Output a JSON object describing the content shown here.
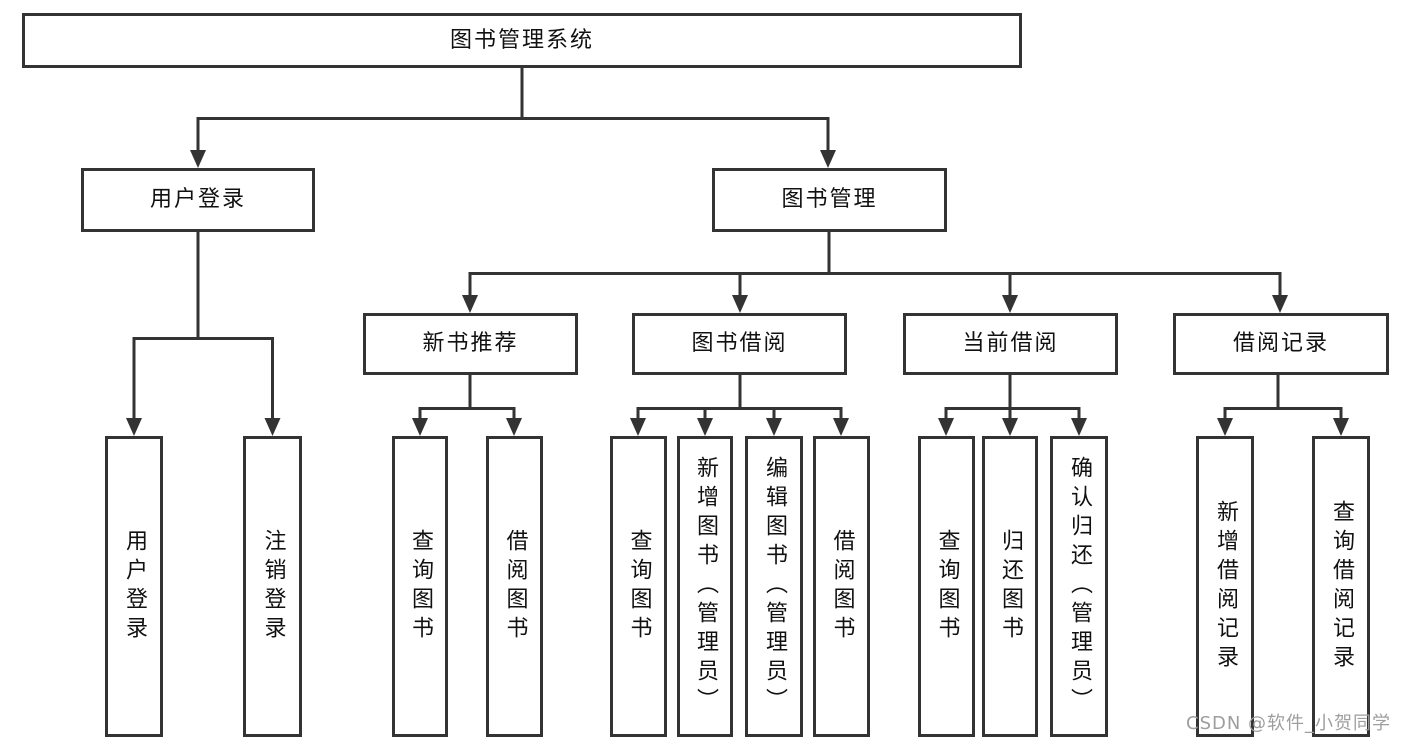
{
  "diagram_type": "hierarchy-tree",
  "tree": {
    "root": {
      "label": "图书管理系统",
      "children": [
        {
          "label": "用户登录",
          "children": [
            {
              "label": "用户登录"
            },
            {
              "label": "注销登录"
            }
          ]
        },
        {
          "label": "图书管理",
          "children": [
            {
              "label": "新书推荐",
              "children": [
                {
                  "label": "查询图书"
                },
                {
                  "label": "借阅图书"
                }
              ]
            },
            {
              "label": "图书借阅",
              "children": [
                {
                  "label": "查询图书"
                },
                {
                  "label": "新增图书（管理员）"
                },
                {
                  "label": "编辑图书（管理员）"
                },
                {
                  "label": "借阅图书"
                }
              ]
            },
            {
              "label": "当前借阅",
              "children": [
                {
                  "label": "查询图书"
                },
                {
                  "label": "归还图书"
                },
                {
                  "label": "确认归还（管理员）"
                }
              ]
            },
            {
              "label": "借阅记录",
              "children": [
                {
                  "label": "新增借阅记录"
                },
                {
                  "label": "查询借阅记录"
                }
              ]
            }
          ]
        }
      ]
    }
  },
  "watermark": {
    "text": "CSDN @软件_小贺同学"
  },
  "colors": {
    "line": "#333333",
    "text": "#111111",
    "watermark": "#9e9e9e",
    "background": "#ffffff"
  }
}
